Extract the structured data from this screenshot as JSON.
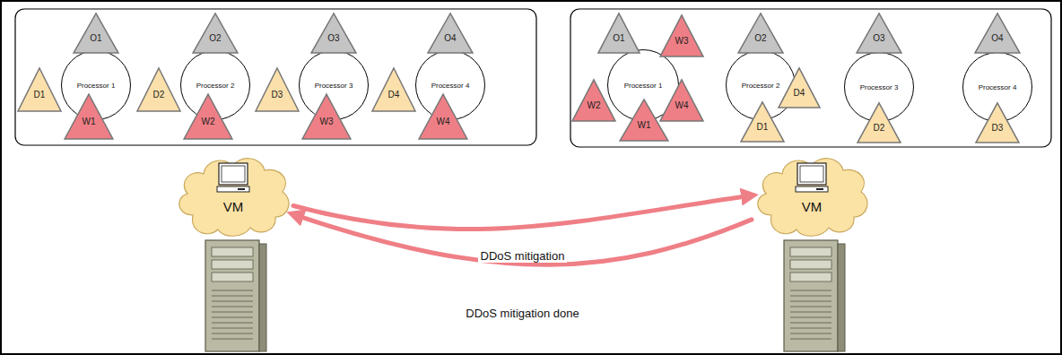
{
  "diagram": {
    "nodes": [
      {
        "text": [
          "O1"
        ]
      },
      {
        "text": [
          "Processor 1"
        ]
      },
      {
        "text": [
          "D1"
        ]
      },
      {
        "text": [
          "W1"
        ]
      },
      {
        "text": [
          "O2"
        ]
      },
      {
        "text": [
          "Processor 2"
        ]
      },
      {
        "text": [
          "D2"
        ]
      },
      {
        "text": [
          "W2"
        ]
      },
      {
        "text": [
          "O3"
        ]
      },
      {
        "text": [
          "Processor 3"
        ]
      },
      {
        "text": [
          "D3"
        ]
      },
      {
        "text": [
          "W3"
        ]
      },
      {
        "text": [
          "O4"
        ]
      },
      {
        "text": [
          "Processor 4"
        ]
      },
      {
        "text": [
          "D4"
        ]
      },
      {
        "text": [
          "W4"
        ]
      },
      {
        "text": [
          "VM"
        ]
      },
      {
        "text": [
          "O1"
        ]
      },
      {
        "text": [
          "W3"
        ]
      },
      {
        "text": [
          "Processor 1"
        ]
      },
      {
        "text": [
          "W2"
        ]
      },
      {
        "text": [
          "W4"
        ]
      },
      {
        "text": [
          "W1"
        ]
      },
      {
        "text": [
          "O2"
        ]
      },
      {
        "text": [
          "D4"
        ]
      },
      {
        "text": [
          "Processor 2"
        ]
      },
      {
        "text": [
          "D1"
        ]
      },
      {
        "text": [
          "O3"
        ]
      },
      {
        "text": [
          "Processor 3"
        ]
      },
      {
        "text": [
          "D2"
        ]
      },
      {
        "text": [
          "O4"
        ]
      },
      {
        "text": [
          "Processor 4"
        ]
      },
      {
        "text": [
          "D3"
        ]
      },
      {
        "text": [
          "VM"
        ]
      }
    ],
    "edges": [
      {
        "from": 16,
        "to": 33,
        "label": "DDoS mitigation",
        "arrow": "to"
      },
      {
        "from": 33,
        "to": 16,
        "label": "DDoS mitigation done",
        "arrow": "to"
      }
    ]
  }
}
